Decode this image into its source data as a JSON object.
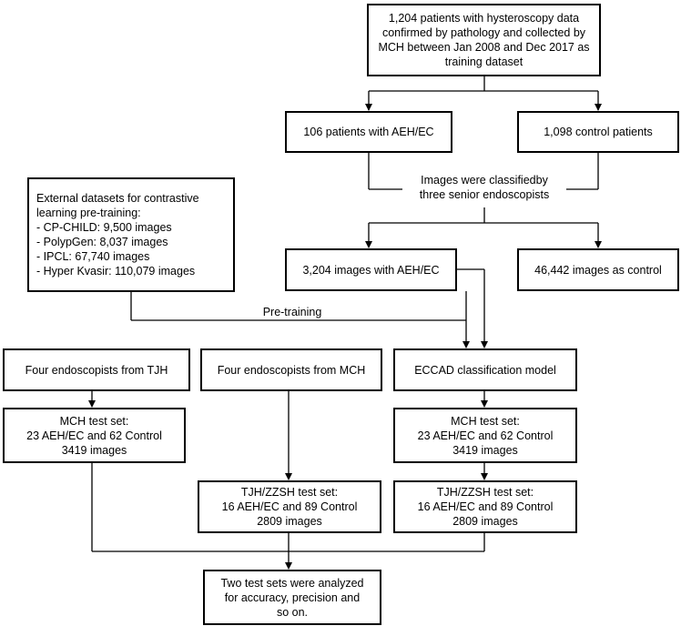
{
  "diagram": {
    "boxes": {
      "training": [
        "1,204 patients with hysteroscopy data",
        "confirmed by pathology and collected by",
        "MCH between Jan 2008 and Dec 2017 as",
        "training dataset"
      ],
      "aeh_patients": [
        "106 patients with AEH/EC"
      ],
      "control_patients": [
        "1,098 control patients"
      ],
      "external": [
        "External datasets for contrastive",
        "learning pre-training:",
        "- CP-CHILD: 9,500 images",
        "- PolypGen: 8,037 images",
        "- IPCL: 67,740 images",
        "- Hyper Kvasir: 110,079 images"
      ],
      "aeh_images": [
        "3,204 images with AEH/EC"
      ],
      "control_images": [
        "46,442 images as control"
      ],
      "tjh_endoscopists": [
        "Four endoscopists from TJH"
      ],
      "mch_endoscopists": [
        "Four endoscopists from MCH"
      ],
      "eccad_model": [
        "ECCAD classification model"
      ],
      "mch_test_left": [
        "MCH test set:",
        "23 AEH/EC and 62 Control",
        "3419 images"
      ],
      "tjh_test_mid": [
        "TJH/ZZSH test set:",
        "16 AEH/EC and 89 Control",
        "2809 images"
      ],
      "mch_test_right": [
        "MCH test set:",
        "23 AEH/EC and 62 Control",
        "3419 images"
      ],
      "tjh_test_right": [
        "TJH/ZZSH test set:",
        "16 AEH/EC and 89 Control",
        "2809 images"
      ],
      "final": [
        "Two test sets were analyzed",
        "for accuracy, precision and",
        "so on."
      ]
    },
    "labels": {
      "classified": [
        "Images were classifiedby",
        "three senior endoscopists"
      ],
      "pretraining": [
        "Pre-training"
      ]
    }
  }
}
